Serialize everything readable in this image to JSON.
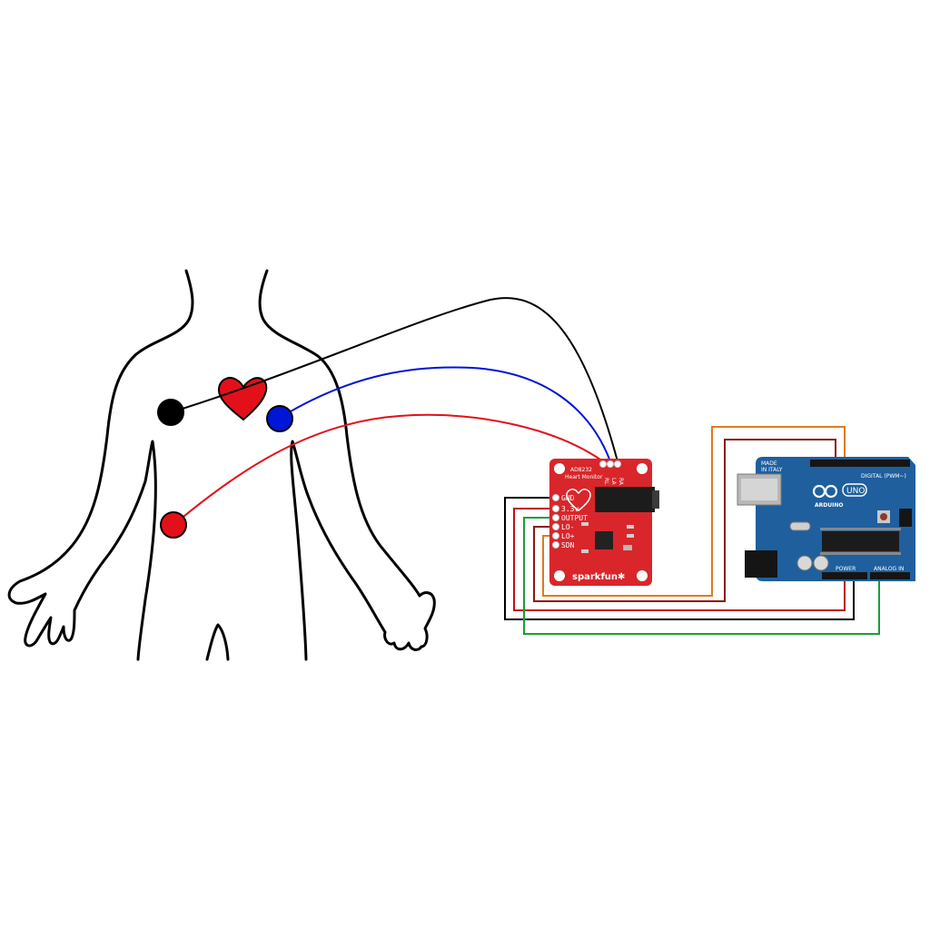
{
  "sensor_board": {
    "title": "AD8232",
    "subtitle": "Heart Monitor",
    "brand": "sparkfun",
    "color": "#d9262b",
    "left_pins": [
      "GND",
      "3.3v",
      "OUTPUT",
      "LO-",
      "LO+",
      "SDN"
    ],
    "top_pins": [
      "RA",
      "LA",
      "RL"
    ]
  },
  "arduino": {
    "made_in": "MADE",
    "country": "IN ITALY",
    "digital_label": "DIGITAL (PWM~)",
    "logo_text": "ARDUINO",
    "model": "UNO",
    "power_label": "POWER",
    "analog_label": "ANALOG IN",
    "color": "#1f5f9e"
  },
  "colors": {
    "electrode_ra": "#000000",
    "electrode_la": "#0015d6",
    "electrode_rl": "#e3101a",
    "heart": "#e3101a",
    "wire_black": "#000000",
    "wire_red": "#c1121b",
    "wire_green": "#1a9e3a",
    "wire_orange": "#e07a1f",
    "wire_darkred": "#8a1717"
  }
}
